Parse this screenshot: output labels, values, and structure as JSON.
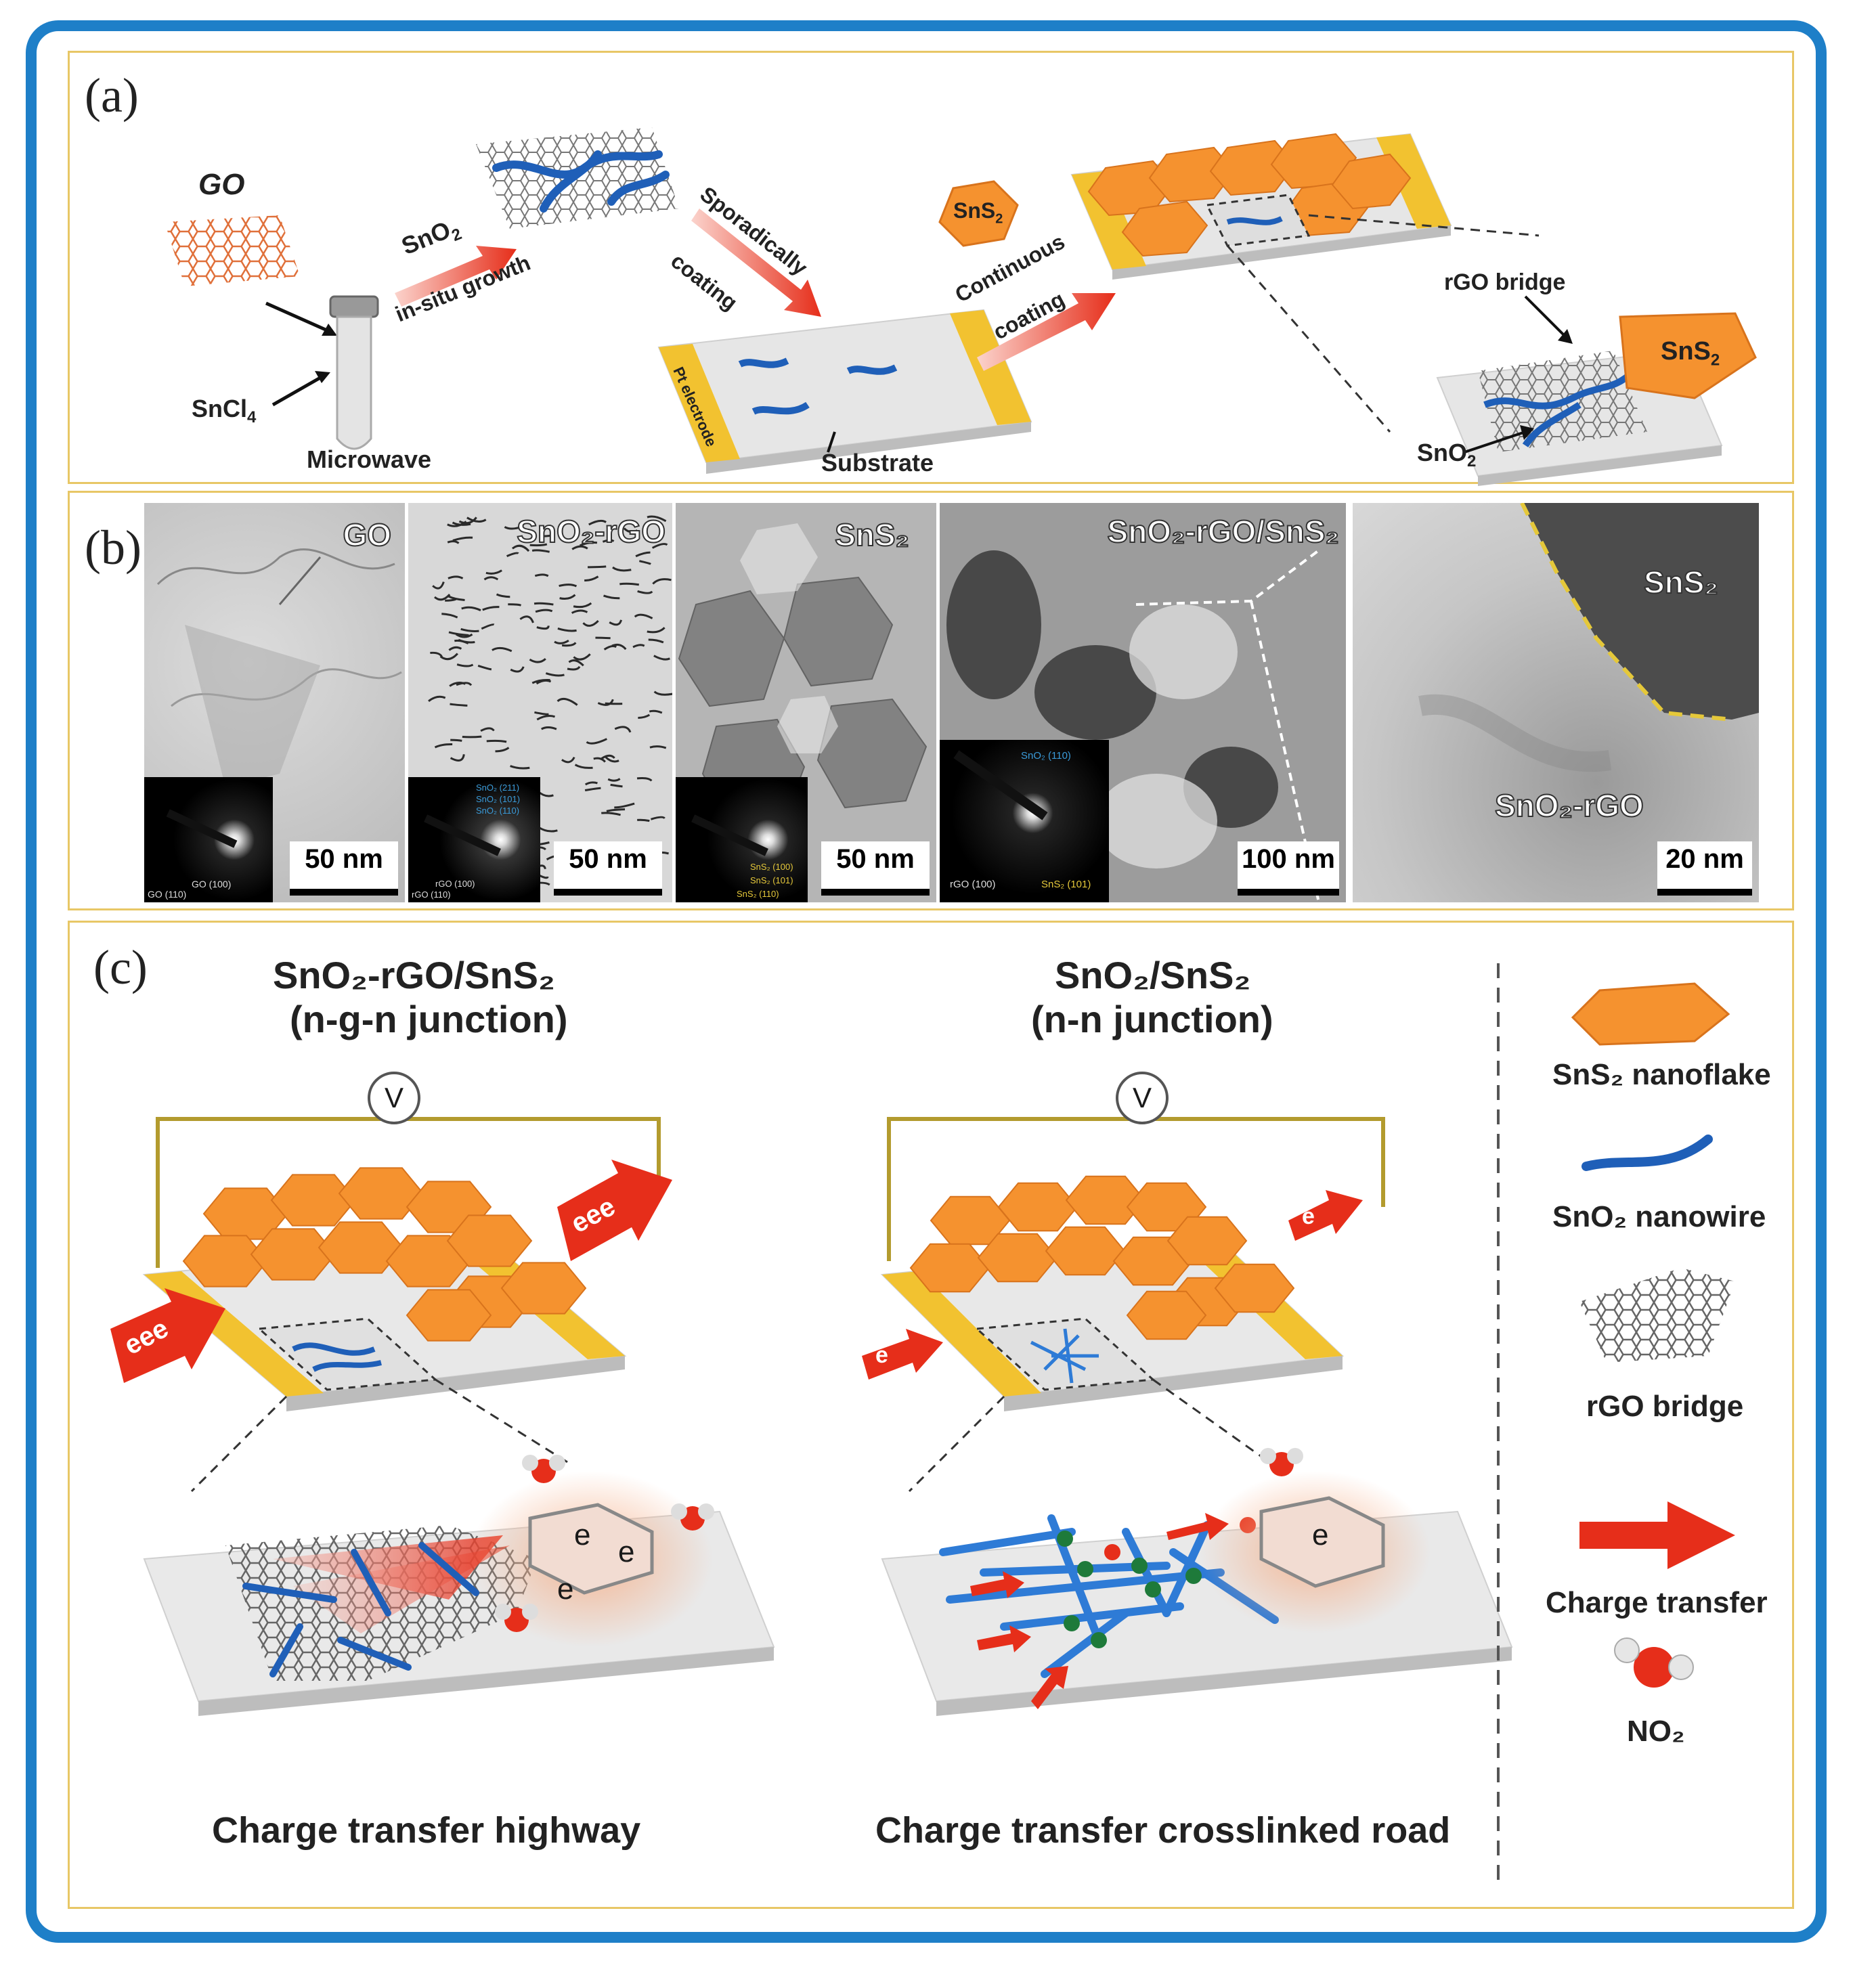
{
  "panel_a": {
    "label": "(a)",
    "go": "GO",
    "sncl4": "SnCl",
    "sncl4_sub": "4",
    "microwave": "Microwave",
    "sno2": "SnO",
    "sno2_sub": "2",
    "insitu": "in-situ growth",
    "sporadically": "Sporadically",
    "coating1": "coating",
    "pt_electrode": "Pt electrode",
    "substrate": "Substrate",
    "sns2_badge": "SnS",
    "sns2_badge_sub": "2",
    "continuous": "Continuous",
    "coating2": "coating",
    "rgo_bridge": "rGO bridge",
    "sns2_flake": "SnS",
    "sns2_flake_sub": "2",
    "sno2_label": "SnO",
    "sno2_label_sub": "2"
  },
  "panel_b": {
    "label": "(b)",
    "images": [
      {
        "title": "GO",
        "scale": "50 nm",
        "saed": [
          "GO (100)",
          "GO (110)"
        ]
      },
      {
        "title": "SnO₂-rGO",
        "scale": "50 nm",
        "saed": [
          "SnO₂ (211)",
          "SnO₂ (101)",
          "SnO₂ (110)",
          "rGO (100)",
          "rGO (110)"
        ]
      },
      {
        "title": "SnS₂",
        "scale": "50 nm",
        "saed": [
          "SnS₂ (100)",
          "SnS₂ (101)",
          "SnS₂ (110)"
        ]
      },
      {
        "title": "SnO₂-rGO/SnS₂",
        "scale": "100 nm",
        "saed": [
          "SnO₂ (110)",
          "rGO (100)",
          "SnS₂ (101)"
        ]
      },
      {
        "title": "SnS₂",
        "subtitle": "SnO₂-rGO",
        "scale": "20 nm"
      }
    ]
  },
  "panel_c": {
    "label": "(c)",
    "left_title": "SnO₂-rGO/SnS₂",
    "left_subtitle": "(n-g-n junction)",
    "right_title": "SnO₂/SnS₂",
    "right_subtitle": "(n-n junction)",
    "voltmeter": "V",
    "e": "e",
    "eee": "eee",
    "left_caption": "Charge transfer highway",
    "right_caption": "Charge transfer crosslinked road",
    "legend": [
      {
        "label": "SnS₂ nanoflake",
        "icon": "hexagon-icon"
      },
      {
        "label": "SnO₂ nanowire",
        "icon": "nanowire-icon"
      },
      {
        "label": "rGO bridge",
        "icon": "honeycomb-icon"
      },
      {
        "label": "Charge transfer",
        "icon": "arrow-icon"
      },
      {
        "label": "NO₂",
        "icon": "molecule-icon"
      }
    ]
  },
  "colors": {
    "frame": "#1e7fc8",
    "panel_border": "#e8c766",
    "orange": "#f5922f",
    "blue": "#1f5fb8",
    "red": "#e62e1a",
    "gold": "#f2c230"
  }
}
